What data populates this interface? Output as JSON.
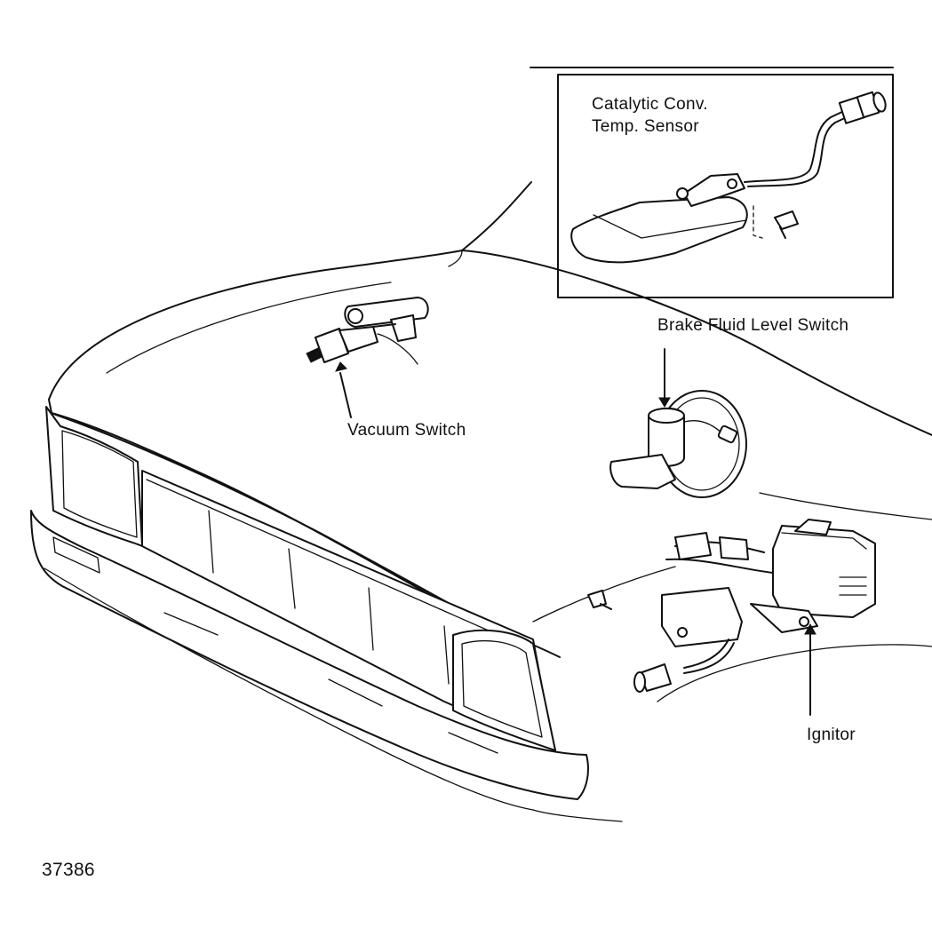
{
  "labels": {
    "catalytic_line1": "Catalytic Conv.",
    "catalytic_line2": "Temp. Sensor",
    "brake_fluid": "Brake Fluid Level Switch",
    "vacuum_switch": "Vacuum Switch",
    "ignitor": "Ignitor",
    "figure_number": "37386"
  },
  "colors": {
    "ink": "#111111",
    "background": "#ffffff"
  }
}
